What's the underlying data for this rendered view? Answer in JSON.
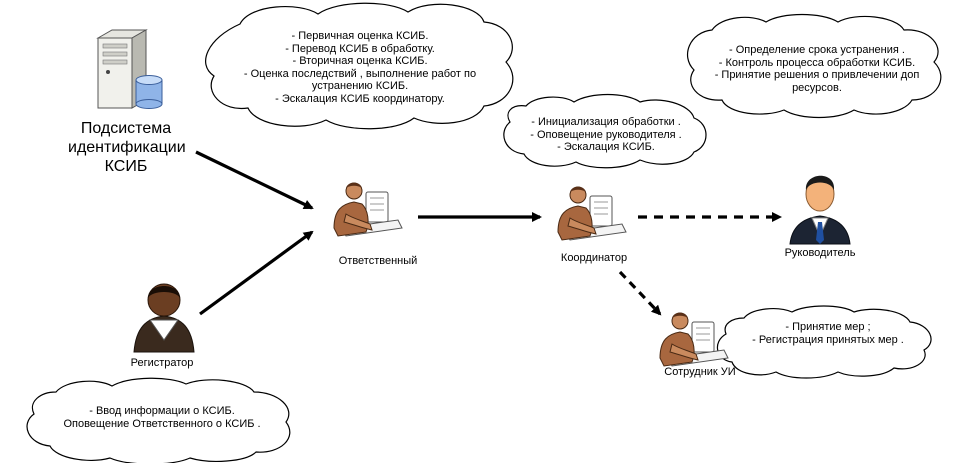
{
  "nodes": {
    "subsystem": "Подсистема идентификации КСИБ",
    "responsible": "Ответственный",
    "registrar": "Регистратор",
    "coordinator": "Координатор",
    "manager": "Руководитель",
    "staff": "Сотрудник УИ"
  },
  "clouds": {
    "responsible_tasks": [
      "- Первичная оценка КСИБ.",
      "- Перевод КСИБ в обработку.",
      "- Вторичная оценка КСИБ.",
      "- Оценка последствий , выполнение работ по",
      "устранению КСИБ.",
      "- Эскалация КСИБ координатору."
    ],
    "coordinator_tasks": [
      "- Инициализация обработки .",
      "- Оповещение руководителя .",
      "- Эскалация КСИБ."
    ],
    "manager_tasks": [
      "- Определение срока устранения .",
      "- Контроль процесса обработки КСИБ.",
      "- Принятие решения о привлечении доп",
      "ресурсов."
    ],
    "staff_tasks": [
      "- Принятие мер ;",
      "- Регистрация принятых мер ."
    ],
    "registrar_tasks": [
      "- Ввод информации о КСИБ.",
      "Оповещение Ответственного о КСИБ ."
    ]
  },
  "colors": {
    "worker_skin": "#a8673f",
    "cloud_stroke": "#000000",
    "arrow": "#000000",
    "manager_tie": "#1f4fa0"
  }
}
